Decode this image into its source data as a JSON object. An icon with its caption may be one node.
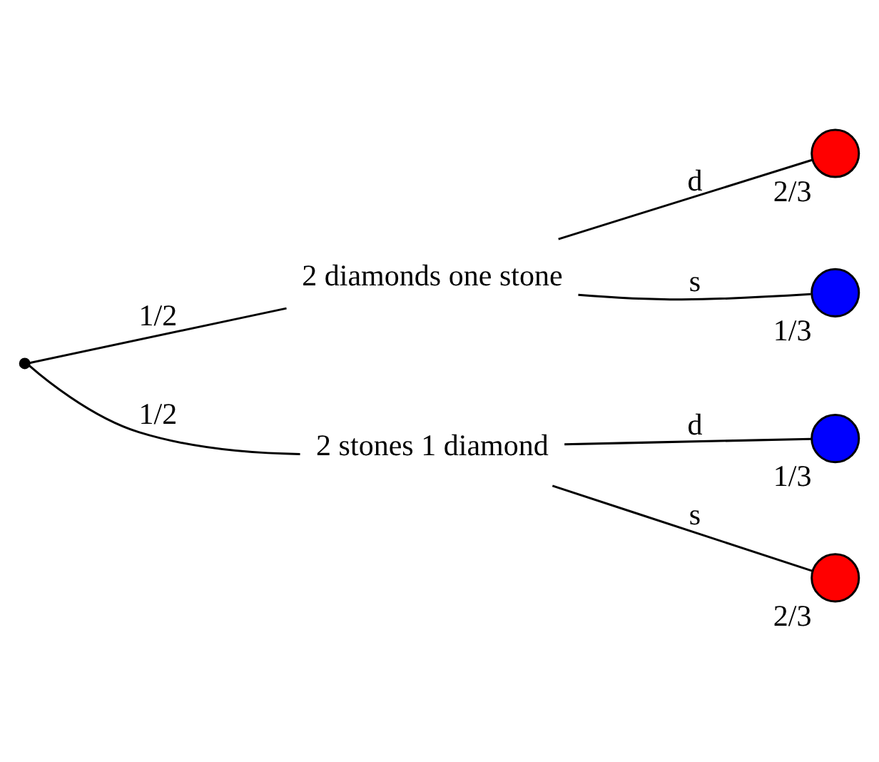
{
  "diagram": {
    "nodes": [
      {
        "text": [],
        "shape": "point"
      },
      {
        "text": [
          "2 diamonds one stone"
        ]
      },
      {
        "text": [
          "2 stones 1 diamond"
        ]
      },
      {
        "text": [],
        "shape": "circle",
        "beside": [
          "2/3"
        ]
      },
      {
        "text": [],
        "shape": "circle",
        "beside": [
          "1/3"
        ]
      },
      {
        "text": [],
        "shape": "circle",
        "beside": [
          "1/3"
        ]
      },
      {
        "text": [],
        "shape": "circle",
        "beside": [
          "2/3"
        ]
      }
    ],
    "edges": [
      {
        "from": 0,
        "to": 1,
        "arrow": "none",
        "label": "1/2"
      },
      {
        "from": 0,
        "to": 2,
        "arrow": "none",
        "label": "1/2"
      },
      {
        "from": 1,
        "to": 3,
        "arrow": "none",
        "label": "d"
      },
      {
        "from": 1,
        "to": 4,
        "arrow": "none",
        "label": "s"
      },
      {
        "from": 2,
        "to": 5,
        "arrow": "none",
        "label": "d"
      },
      {
        "from": 2,
        "to": 6,
        "arrow": "none",
        "label": "s"
      }
    ]
  }
}
